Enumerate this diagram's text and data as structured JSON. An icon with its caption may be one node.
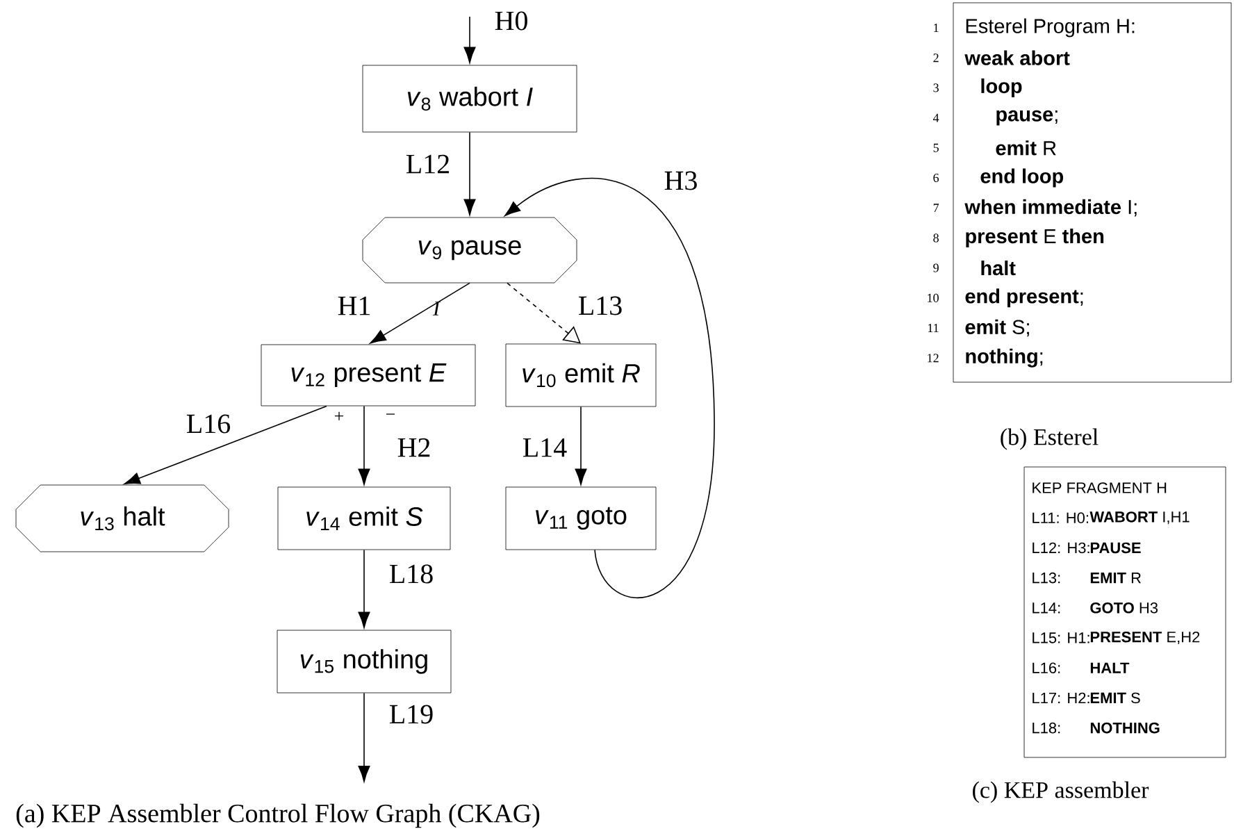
{
  "diagram": {
    "nodes": [
      {
        "text": [
          "*v*$_{8}$ wabort *I*"
        ]
      },
      {
        "text": [
          "*v*$_{9}$ pause"
        ]
      },
      {
        "text": [
          "*v*$_{12}$ present *E*"
        ]
      },
      {
        "text": [
          "*v*$_{10}$ emit *R*"
        ]
      },
      {
        "text": [
          "*v*$_{11}$ goto"
        ]
      },
      {
        "text": [
          "*v*$_{13}$ halt"
        ]
      },
      {
        "text": [
          "*v*$_{14}$ emit *S*"
        ]
      },
      {
        "text": [
          "*v*$_{15}$ nothing"
        ]
      },
      {
        "text": [
          "Esterel  Program H:",
          "**weak abort**",
          "**loop**",
          "**pause**;",
          "**emit** R",
          "**end loop**",
          "**when immediate** I;",
          "**present** E **then**",
          "**halt**",
          "**end present**;",
          "**emit** S;",
          "**nothing**;"
        ],
        "beside": [
          "1",
          "2",
          "3",
          "4",
          "5",
          "6",
          "7",
          "8",
          "9",
          "10",
          "11",
          "12"
        ]
      },
      {
        "text": [
          "KEP FRAGMENT H",
          "L11: H0:",
          "**WABORT** I,H1",
          "L12: H3:",
          "**PAUSE**",
          "L13:",
          "**EMIT** R",
          "L14:",
          "**GOTO** H3",
          "L15: H1:",
          "**PRESENT** E,H2",
          "L16:",
          "**HALT**",
          "L17: H2:",
          "**EMIT** S",
          "L18:",
          "**NOTHING**"
        ]
      }
    ],
    "edges": [
      {
        "from": null,
        "to": 0,
        "arrow": "to",
        "label": "H0"
      },
      {
        "from": 0,
        "to": 1,
        "arrow": "to",
        "label": "L12"
      },
      {
        "from": 1,
        "to": 2,
        "arrow": "to",
        "label": "H1"
      },
      {
        "from": 1,
        "to": 3,
        "arrow": "to",
        "label": "L13",
        "style": "dashed"
      },
      {
        "from": 2,
        "to": 5,
        "arrow": "to",
        "label": "L16"
      },
      {
        "from": 2,
        "to": 6,
        "arrow": "to",
        "label": "H2"
      },
      {
        "from": 3,
        "to": 4,
        "arrow": "to",
        "label": "L14"
      },
      {
        "from": 4,
        "to": 1,
        "arrow": "to",
        "label": "H3"
      },
      {
        "from": 6,
        "to": 7,
        "arrow": "to",
        "label": "L18"
      },
      {
        "from": 7,
        "to": null,
        "arrow": "to",
        "label": "L19"
      }
    ],
    "labels": [
      "I",
      "+",
      "−",
      "(a) KEP Assembler Control Flow Graph (CKAG)",
      "(b) Esterel",
      "(c) KEP assembler"
    ]
  }
}
